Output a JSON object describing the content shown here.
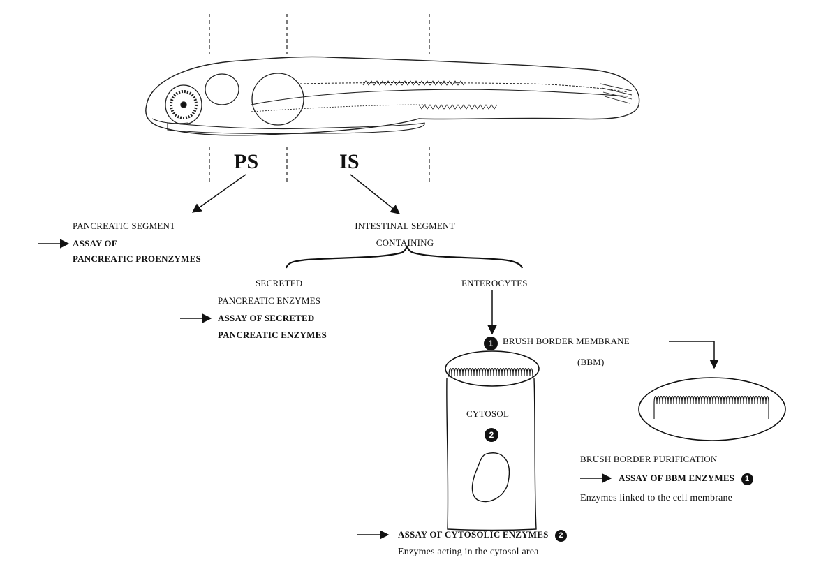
{
  "segments": {
    "ps_abbrev": "PS",
    "is_abbrev": "IS"
  },
  "pancreatic": {
    "title": "PANCREATIC SEGMENT",
    "assay_line1": "ASSAY OF",
    "assay_line2": "PANCREATIC PROENZYMES"
  },
  "intestinal": {
    "title_line1": "INTESTINAL SEGMENT",
    "title_line2": "CONTAINING"
  },
  "secreted": {
    "line1": "SECRETED",
    "line2": "PANCREATIC ENZYMES",
    "assay_line1": "ASSAY OF SECRETED",
    "assay_line2": "PANCREATIC ENZYMES"
  },
  "enterocytes": {
    "label": "ENTEROCYTES"
  },
  "bbm": {
    "badge": "1",
    "title": "BRUSH BORDER MEMBRANE",
    "abbrev": "(BBM)",
    "purification": "BRUSH BORDER PURIFICATION",
    "assay": "ASSAY OF BBM ENZYMES",
    "assay_badge": "1",
    "note": "Enzymes linked to the cell membrane"
  },
  "cytosol": {
    "label": "CYTOSOL",
    "badge": "2",
    "assay": "ASSAY OF CYTOSOLIC ENZYMES",
    "assay_badge": "2",
    "note": "Enzymes acting in the cytosol area"
  }
}
